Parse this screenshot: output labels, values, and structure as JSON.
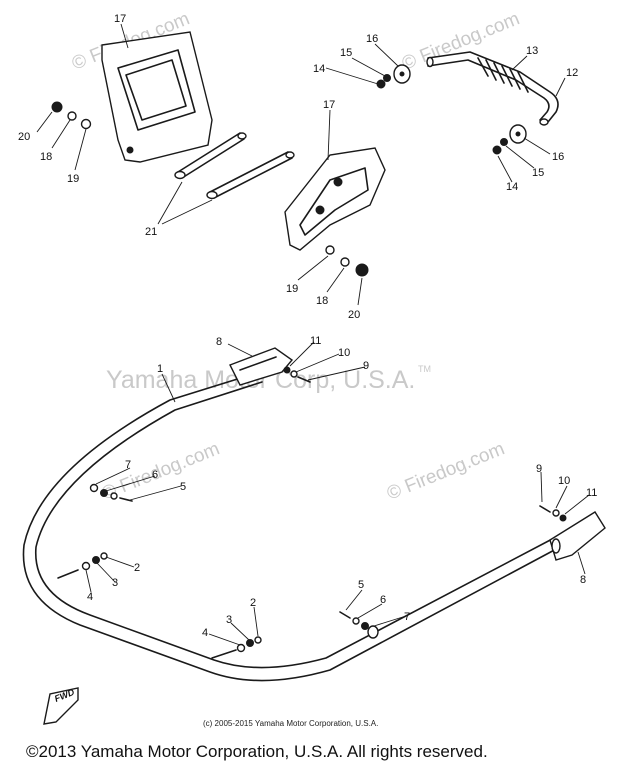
{
  "watermarks": {
    "firedog": "© Firedog.com",
    "center": "Yamaha Motor Corp, U.S.A.",
    "tm": "TM"
  },
  "footer": {
    "small": "(c) 2005-2015 Yamaha Motor Corporation, U.S.A.",
    "main": "©2013 Yamaha Motor Corporation, U.S.A. All rights reserved."
  },
  "fwd_label": "FWD",
  "callouts": [
    {
      "id": "c17a",
      "text": "17"
    },
    {
      "id": "c20a",
      "text": "20"
    },
    {
      "id": "c18a",
      "text": "18"
    },
    {
      "id": "c19a",
      "text": "19"
    },
    {
      "id": "c21",
      "text": "21"
    },
    {
      "id": "c16a",
      "text": "16"
    },
    {
      "id": "c15a",
      "text": "15"
    },
    {
      "id": "c14a",
      "text": "14"
    },
    {
      "id": "c13",
      "text": "13"
    },
    {
      "id": "c12",
      "text": "12"
    },
    {
      "id": "c16b",
      "text": "16"
    },
    {
      "id": "c15b",
      "text": "15"
    },
    {
      "id": "c14b",
      "text": "14"
    },
    {
      "id": "c17b",
      "text": "17"
    },
    {
      "id": "c19b",
      "text": "19"
    },
    {
      "id": "c18b",
      "text": "18"
    },
    {
      "id": "c20b",
      "text": "20"
    },
    {
      "id": "c8a",
      "text": "8"
    },
    {
      "id": "c11a",
      "text": "11"
    },
    {
      "id": "c10a",
      "text": "10"
    },
    {
      "id": "c9a",
      "text": "9"
    },
    {
      "id": "c1",
      "text": "1"
    },
    {
      "id": "c7a",
      "text": "7"
    },
    {
      "id": "c6a",
      "text": "6"
    },
    {
      "id": "c5a",
      "text": "5"
    },
    {
      "id": "c2a",
      "text": "2"
    },
    {
      "id": "c3a",
      "text": "3"
    },
    {
      "id": "c4a",
      "text": "4"
    },
    {
      "id": "c9b",
      "text": "9"
    },
    {
      "id": "c10b",
      "text": "10"
    },
    {
      "id": "c11b",
      "text": "11"
    },
    {
      "id": "c8b",
      "text": "8"
    },
    {
      "id": "c5b",
      "text": "5"
    },
    {
      "id": "c6b",
      "text": "6"
    },
    {
      "id": "c7b",
      "text": "7"
    },
    {
      "id": "c2b",
      "text": "2"
    },
    {
      "id": "c3b",
      "text": "3"
    },
    {
      "id": "c4b",
      "text": "4"
    }
  ]
}
